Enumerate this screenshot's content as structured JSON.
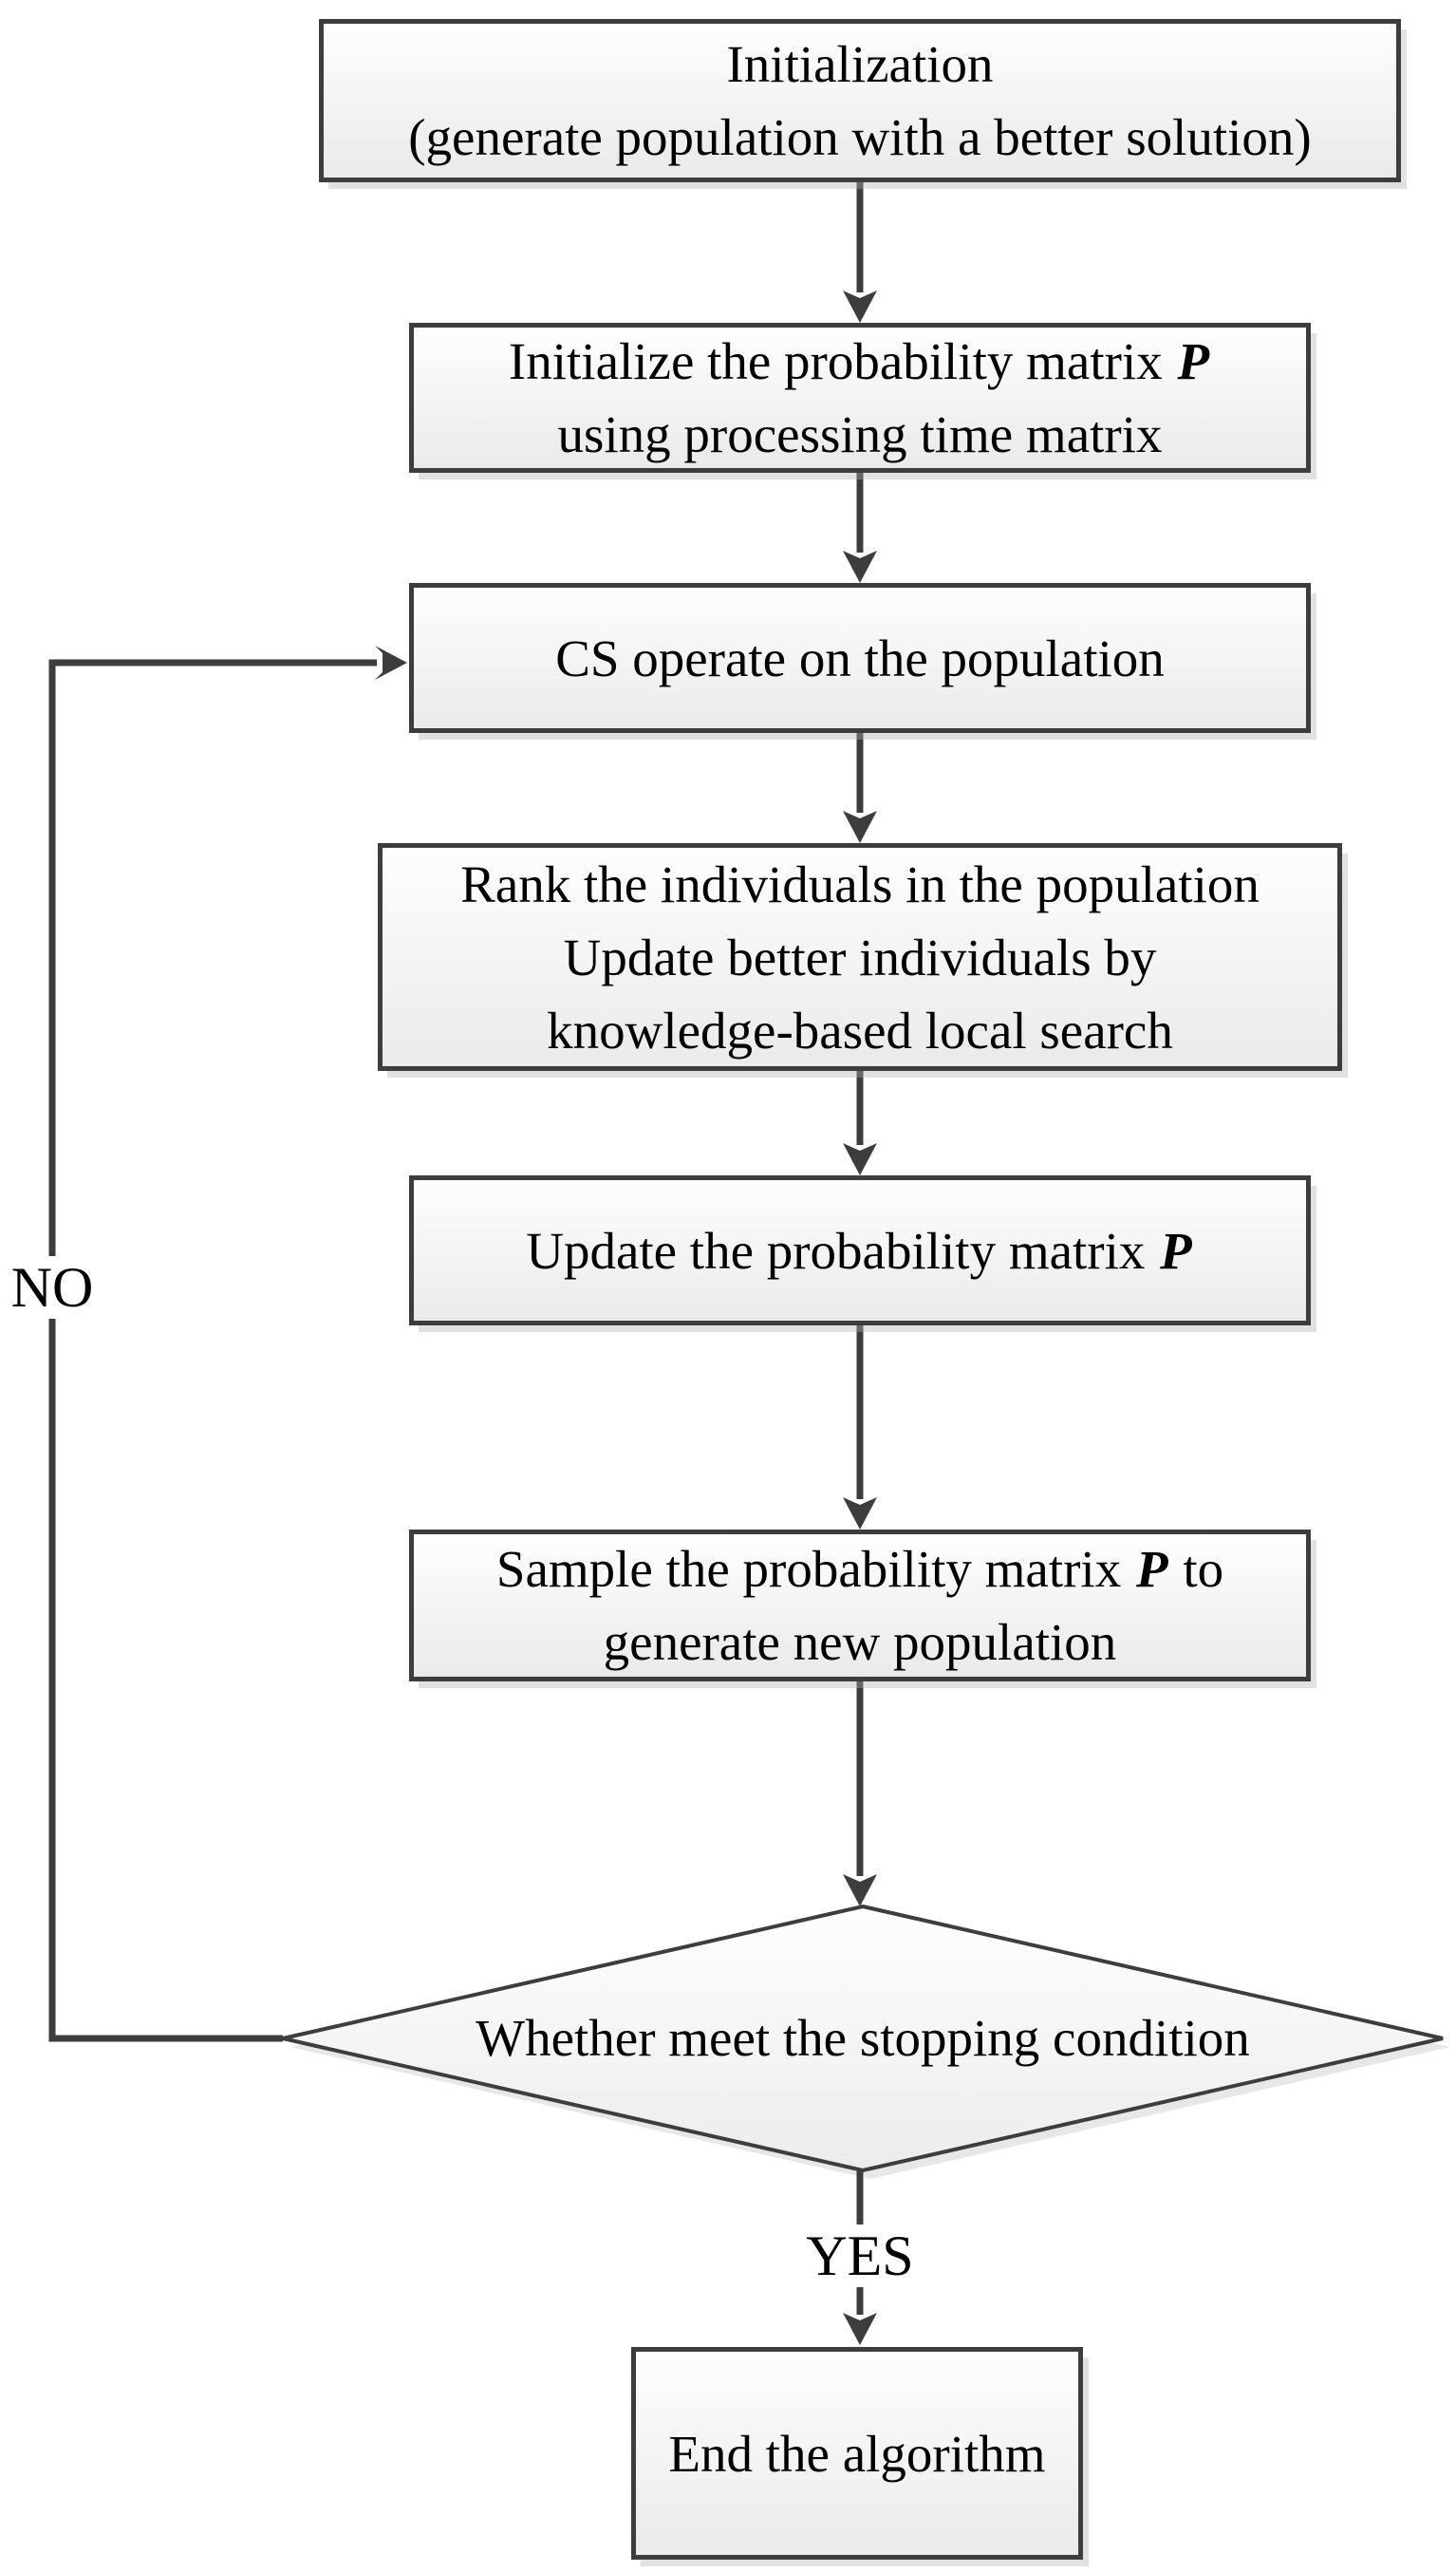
{
  "nodes": {
    "init": {
      "line1": "Initialization",
      "line2": "(generate population with a better solution)"
    },
    "init_p": {
      "l1a": "Initialize the probability matrix ",
      "p": "P",
      "line2": "using processing time matrix"
    },
    "cs": {
      "label": "CS operate on the population"
    },
    "rank": {
      "line1": "Rank the individuals in the population",
      "line2": "Update better individuals by",
      "line3": "knowledge-based local search"
    },
    "update_p": {
      "l1a": "Update the probability matrix ",
      "p": "P"
    },
    "sample_p": {
      "l1a": "Sample the probability matrix ",
      "p": "P",
      "l1b": " to",
      "line2": "generate new population"
    },
    "decision": {
      "label": "Whether meet the stopping condition"
    },
    "end": {
      "label": "End the algorithm"
    }
  },
  "edges": {
    "yes_label": "YES",
    "no_label": "NO"
  },
  "colors": {
    "line": "#3d3d3d",
    "box_border": "#3d3d3d",
    "fill_top": "#fefefe",
    "fill_bottom": "#eaeaea",
    "diamond_fill": "#f5f5f5",
    "shadow": "#c9c9c9",
    "text": "#000000",
    "background": "#ffffff"
  }
}
